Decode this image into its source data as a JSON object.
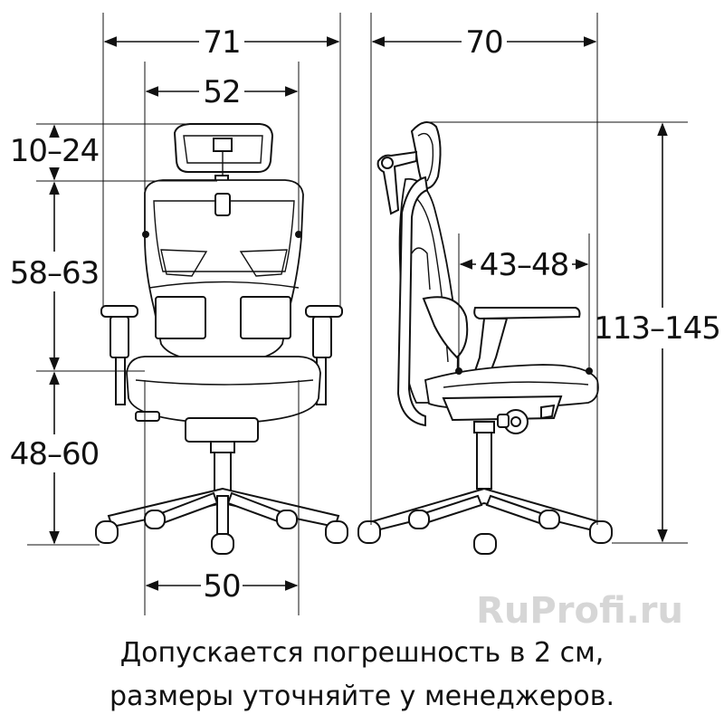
{
  "dimensions": {
    "front_total_width": "71",
    "front_back_width": "52",
    "headrest_height": "10–24",
    "back_height": "58–63",
    "seat_height": "48–60",
    "seat_width": "50",
    "side_depth": "70",
    "seat_depth": "43–48",
    "total_height": "113–145"
  },
  "watermark": "RuProfi.ru",
  "note": {
    "line1": "Допускается погрешность в 2 см,",
    "line2": "размеры уточняйте у менеджеров."
  }
}
